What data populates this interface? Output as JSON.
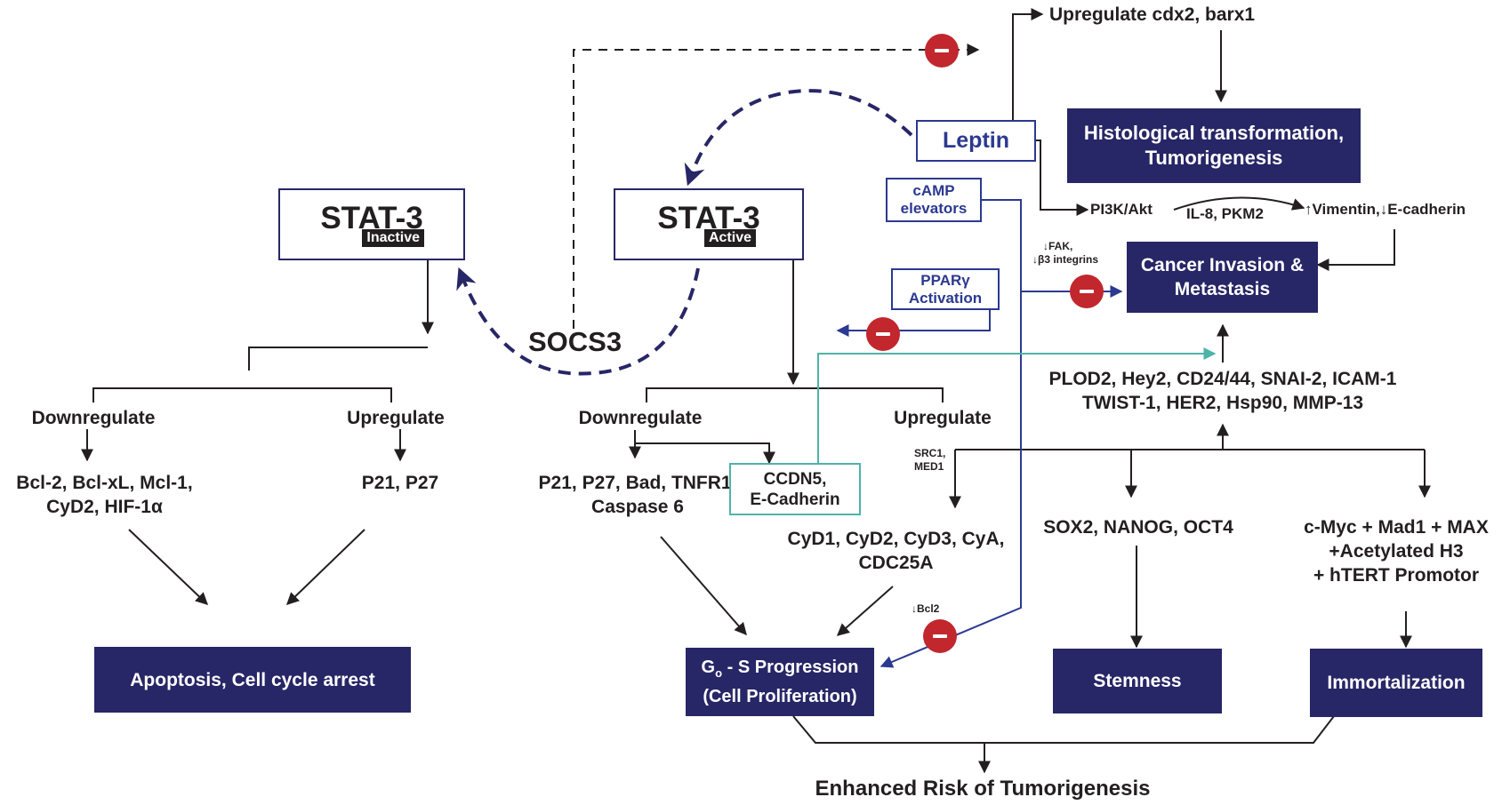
{
  "colors": {
    "navy": "#272666",
    "blue": "#2b3990",
    "teal": "#4fb3a9",
    "inhibit_red": "#c1272d",
    "text": "#231f20"
  },
  "stat3_inactive": {
    "name": "STAT-3",
    "state": "Inactive"
  },
  "stat3_active": {
    "name": "STAT-3",
    "state": "Active"
  },
  "socs3": "SOCS3",
  "leptin": "Leptin",
  "camp": [
    "cAMP",
    "elevators"
  ],
  "ppar": [
    "PPARγ",
    "Activation"
  ],
  "upregulate_cdx2": "Upregulate cdx2, barx1",
  "histological": [
    "Histological transformation,",
    "Tumorigenesis"
  ],
  "pi3k": "PI3K/Akt",
  "il8": "IL-8, PKM2",
  "vimentin": "↑Vimentin,↓E-cadherin",
  "fak": [
    "↓FAK,",
    "↓β3 integrins"
  ],
  "cancer_invasion": [
    "Cancer Invasion &",
    "Metastasis"
  ],
  "plod2": [
    "PLOD2, Hey2, CD24/44, SNAI-2, ICAM-1",
    "TWIST-1, HER2, Hsp90, MMP-13"
  ],
  "left_branch": {
    "downregulate": "Downregulate",
    "upregulate": "Upregulate",
    "down_targets": [
      "Bcl-2, Bcl-xL, Mcl-1,",
      "CyD2, HIF-1α"
    ],
    "up_targets": "P21, P27",
    "outcome": "Apoptosis, Cell cycle arrest"
  },
  "right_branch": {
    "downregulate": "Downregulate",
    "upregulate": "Upregulate",
    "down_targets": [
      "P21, P27, Bad, TNFR1,",
      "Caspase 6"
    ],
    "ccdn5": [
      "CCDN5,",
      "E-Cadherin"
    ],
    "src1": [
      "SRC1,",
      "MED1"
    ],
    "cyclins": [
      "CyD1, CyD2, CyD3, CyA,",
      "CDC25A"
    ],
    "stem_genes": "SOX2, NANOG, OCT4",
    "myc": [
      "c-Myc + Mad1 + MAX",
      "+Acetylated H3",
      "+ hTERT Promotor"
    ],
    "bcl2": "↓Bcl2"
  },
  "outcomes": {
    "g0s_line1_main": "G",
    "g0s_line1_sub": "o",
    "g0s_line1_rest": " - S Progression",
    "g0s_line2": "(Cell Proliferation)",
    "stemness": "Stemness",
    "immortalization": "Immortalization"
  },
  "final": "Enhanced Risk of Tumorigenesis"
}
